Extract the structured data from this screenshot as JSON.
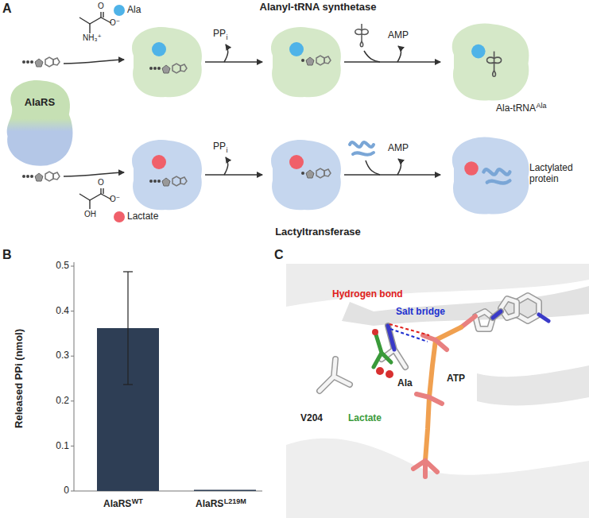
{
  "diagram": {
    "nodes": [
      {
        "text": [
          "AlaRS"
        ]
      }
    ],
    "labels": [
      "A",
      "Alanyl-tRNA synthetase",
      "O",
      "Ala",
      "O⁻",
      "NH₃⁺",
      "PP",
      "i",
      "AMP",
      "Ala-tRNA",
      "Ala",
      "O",
      "O⁻",
      "OH",
      "Lactate",
      "PP",
      "i",
      "AMP",
      "Lactylated protein",
      "Lactyltransferase",
      "B",
      "0.5",
      "0.4",
      "0.3",
      "0.2",
      "0.1",
      "0",
      "Released PPi (nmol)",
      "AlaRS",
      "WT",
      "AlaRS",
      "L219M",
      "C",
      "Hydrogen bond",
      "Salt bridge",
      "ATP",
      "Ala",
      "V204",
      "Lactate"
    ]
  }
}
